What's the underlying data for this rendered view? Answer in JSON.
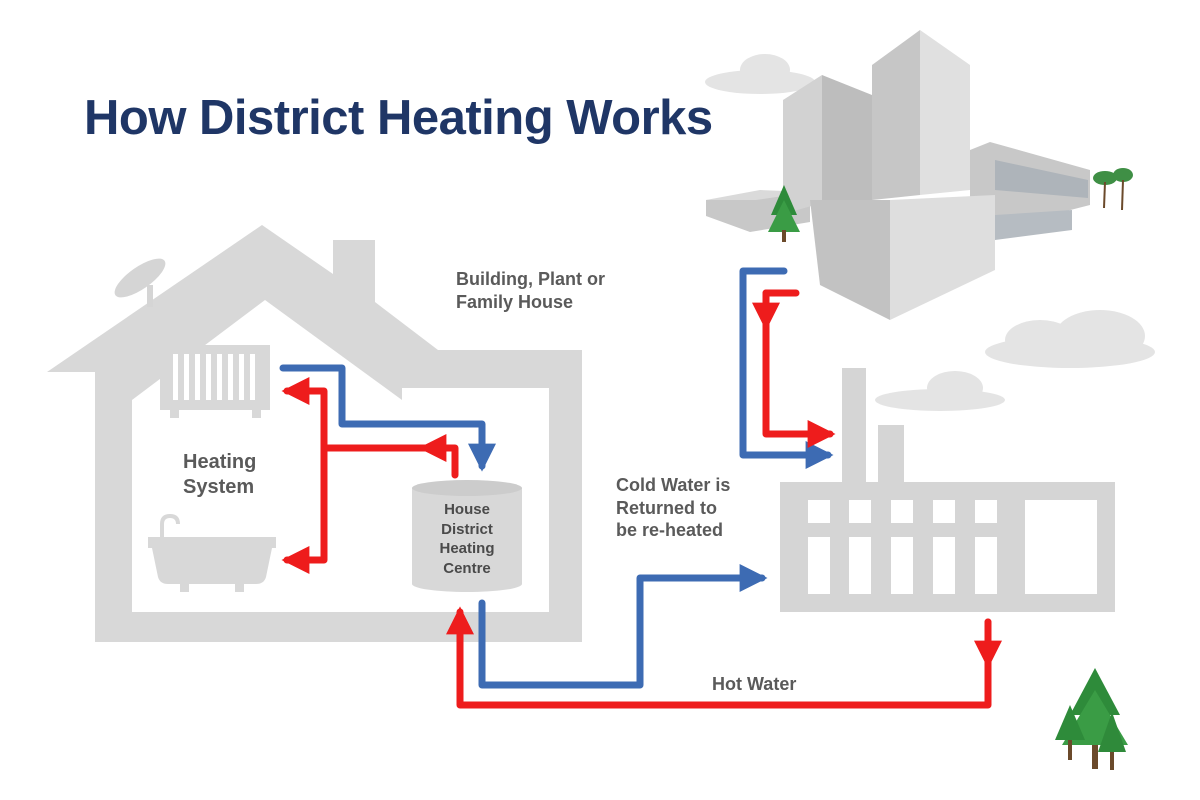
{
  "title": "How District Heating Works",
  "labels": {
    "building": [
      "Building, Plant or",
      "Family House"
    ],
    "heating_system": [
      "Heating",
      "System"
    ],
    "centre": [
      "House",
      "District",
      "Heating",
      "Centre"
    ],
    "cold_water": [
      "Cold Water is",
      "Returned to",
      "be re-heated"
    ],
    "hot_water": "Hot Water"
  },
  "colors": {
    "title": "#1f3666",
    "hot_pipe": "#ee1c1c",
    "cold_pipe": "#3d6bb3",
    "structure_gray": "#d5d5d5",
    "label_gray": "#5a5a5a",
    "tree_green": "#2e8b3a"
  }
}
